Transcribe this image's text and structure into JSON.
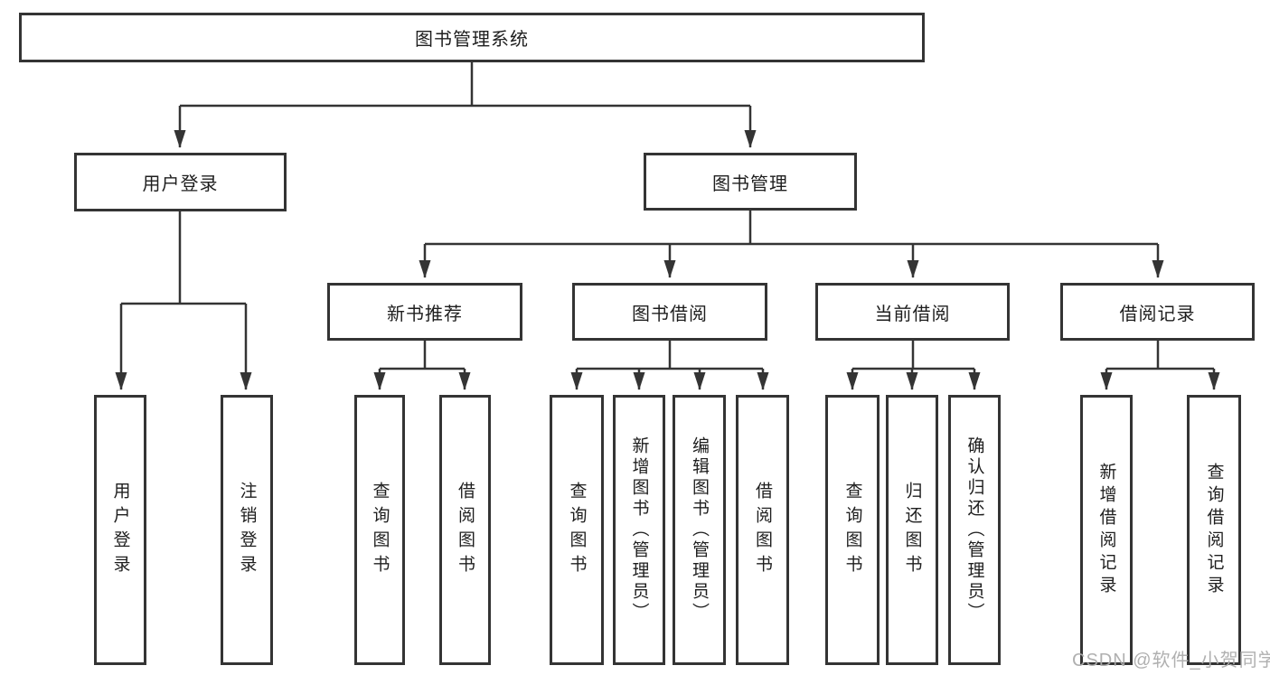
{
  "tree": {
    "label": "图书管理系统",
    "children": [
      {
        "label": "用户登录",
        "children": [
          {
            "label": "用户登录"
          },
          {
            "label": "注销登录"
          }
        ]
      },
      {
        "label": "图书管理",
        "children": [
          {
            "label": "新书推荐",
            "children": [
              {
                "label": "查询图书"
              },
              {
                "label": "借阅图书"
              }
            ]
          },
          {
            "label": "图书借阅",
            "children": [
              {
                "label": "查询图书"
              },
              {
                "label": "新增图书（管理员）"
              },
              {
                "label": "编辑图书（管理员）"
              },
              {
                "label": "借阅图书"
              }
            ]
          },
          {
            "label": "当前借阅",
            "children": [
              {
                "label": "查询图书"
              },
              {
                "label": "归还图书"
              },
              {
                "label": "确认归还（管理员）"
              }
            ]
          },
          {
            "label": "借阅记录",
            "children": [
              {
                "label": "新增借阅记录"
              },
              {
                "label": "查询借阅记录"
              }
            ]
          }
        ]
      }
    ]
  },
  "watermark": {
    "text": "CSDN @软件_小贺同学"
  },
  "colors": {
    "line": "#343434",
    "text": "#1e1e1e",
    "box_background": "#ffffff",
    "watermark": "#acacac"
  }
}
